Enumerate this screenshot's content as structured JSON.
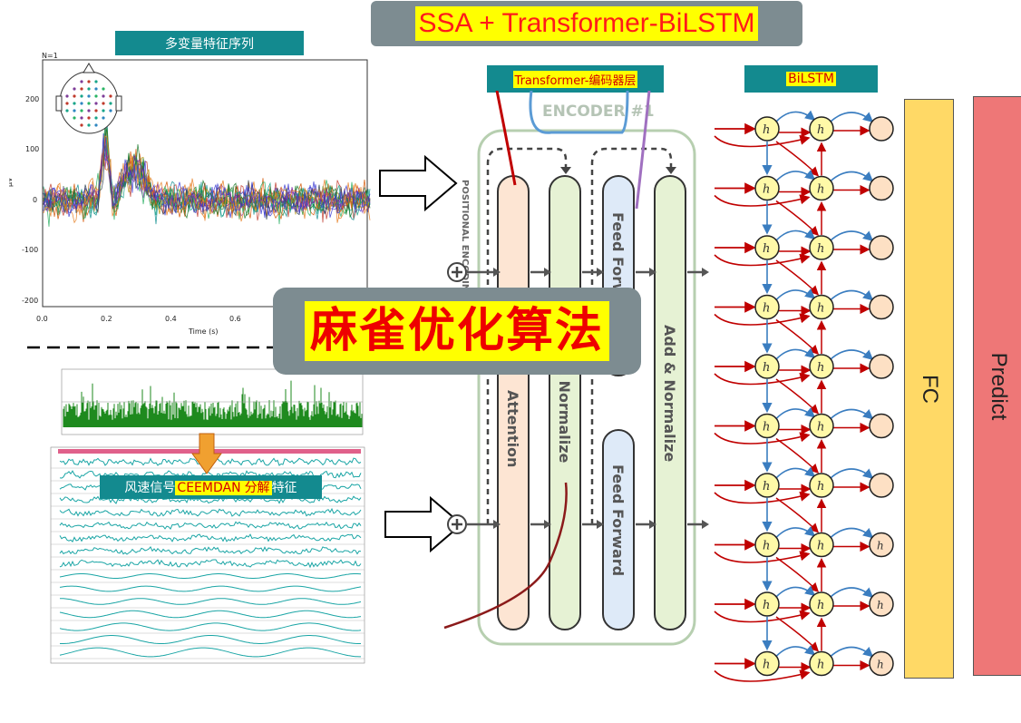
{
  "title": "SSA + Transformer-BiLSTM",
  "labels": {
    "multivar": "多变量特征序列",
    "transformer_prefix": "Transformer-",
    "transformer_cn": "编码器层",
    "bilstm": "BiLSTM",
    "wind_prefix": "风速信号",
    "wind_ceemdan": "CEEMDAN",
    "wind_fenjie": "分解",
    "wind_suffix": "特征",
    "center": "麻雀优化算法",
    "fc": "FC",
    "predict": "Predict"
  },
  "eeg_plot": {
    "corner_label": "N=1",
    "ylabel": "μV",
    "xlabel": "Time (s)",
    "yticks": [
      "200",
      "100",
      "0",
      "-100",
      "-200"
    ],
    "xticks": [
      "0.0",
      "0.2",
      "0.4",
      "0.6"
    ]
  },
  "encoder": {
    "header": "ENCODER #1",
    "positional": "POSITIONAL ENCODING",
    "attention": "Attention",
    "add_norm_1": "& Normalize",
    "ff_top": "Feed Forward",
    "add_norm_2": "Add & Normalize",
    "ff_bottom": "Feed Forward"
  },
  "bilstm_nodes": {
    "rows": 10,
    "cell_symbol": "h"
  },
  "colors": {
    "teal": "#138a8f",
    "gray_box": "#7d8c91",
    "yellow": "#ffff00",
    "red_text": "#ff1a1a",
    "fc": "#ffd966",
    "predict": "#ee7777"
  }
}
